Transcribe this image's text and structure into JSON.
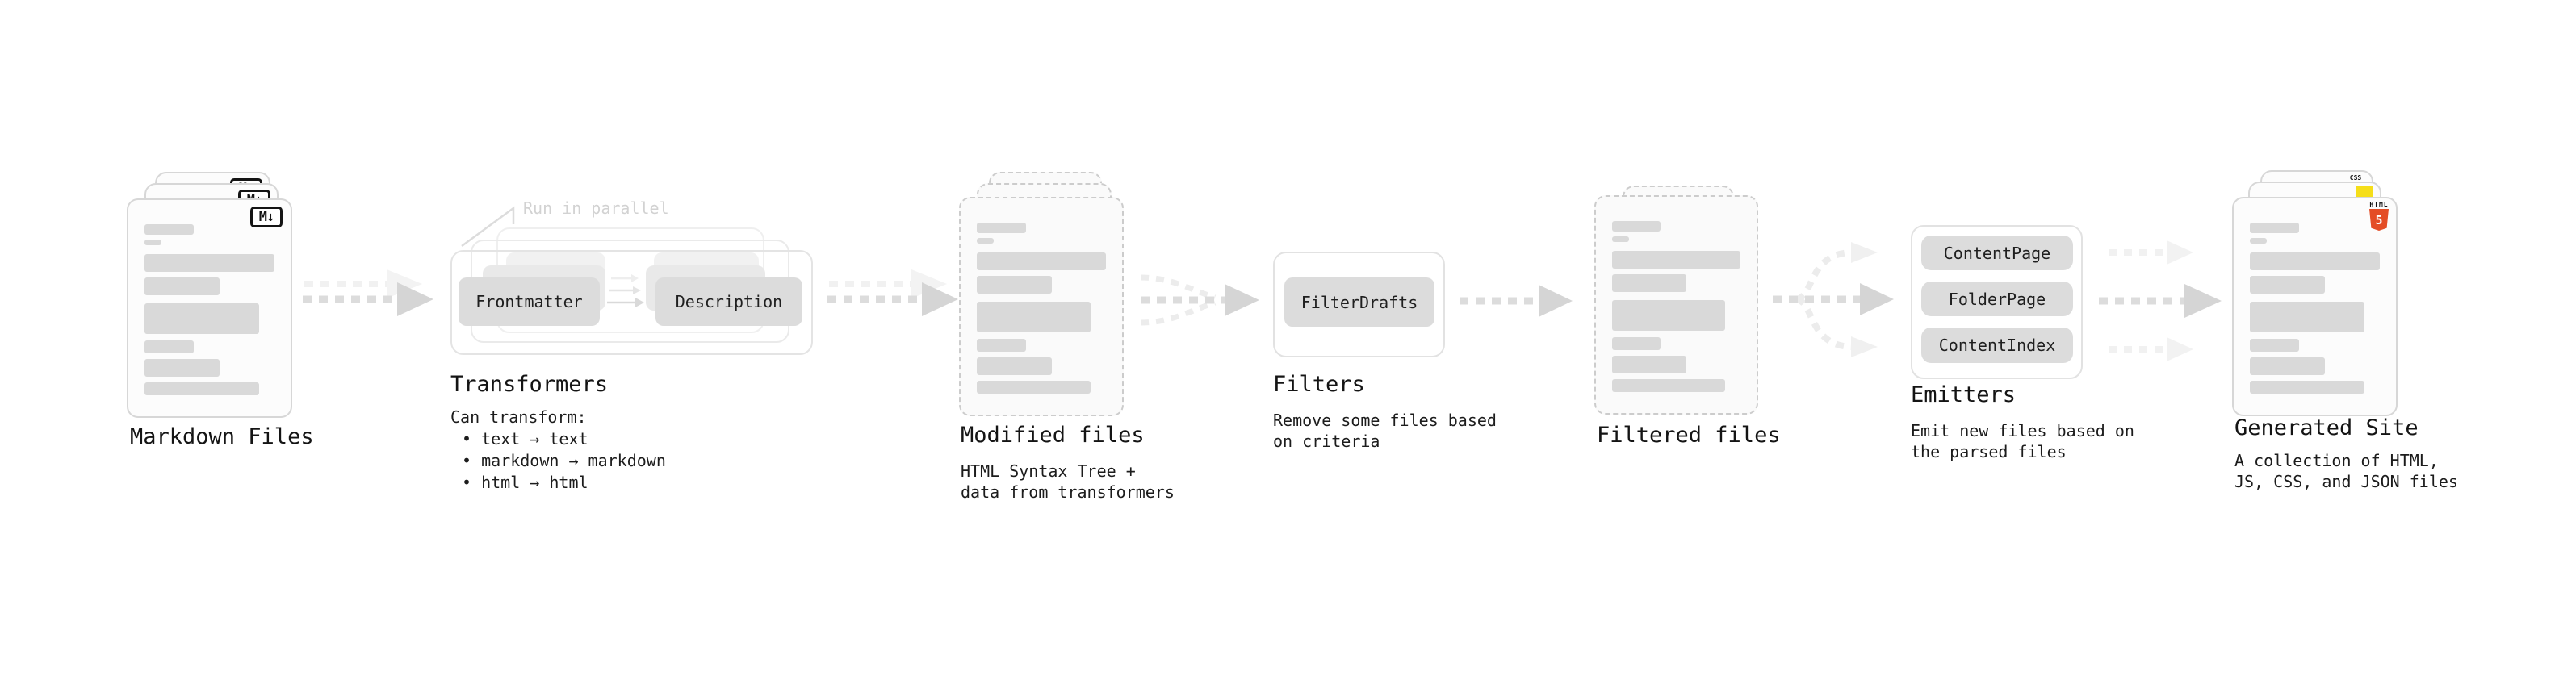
{
  "stages": {
    "markdown": {
      "title": "Markdown Files",
      "icon_glyph": "M↓"
    },
    "transformers": {
      "title": "Transformers",
      "annotation": "Run in parallel",
      "node_left": "Frontmatter",
      "node_right": "Description",
      "heading": "Can transform:",
      "bullets": [
        "• text → text",
        "• markdown → markdown",
        "• html → html"
      ]
    },
    "modified": {
      "title": "Modified files",
      "desc_line1": "HTML Syntax Tree +",
      "desc_line2": "data from transformers"
    },
    "filters": {
      "title": "Filters",
      "node": "FilterDrafts",
      "desc_line1": "Remove some files based",
      "desc_line2": "on criteria"
    },
    "filtered": {
      "title": "Filtered files"
    },
    "emitters": {
      "title": "Emitters",
      "node1": "ContentPage",
      "node2": "FolderPage",
      "node3": "ContentIndex",
      "desc_line1": "Emit new files based on",
      "desc_line2": "the parsed files"
    },
    "generated": {
      "title": "Generated Site",
      "desc_line1": "A collection of HTML,",
      "desc_line2": "JS, CSS, and JSON files",
      "css_icon_label": "CSS",
      "html_icon_label": "HTML",
      "html_icon_number": "5"
    }
  },
  "colors": {
    "html5_orange": "#e44d26",
    "js_yellow": "#f5de19",
    "css_blue": "#2862e9",
    "arrow_main": "#dcdcdc",
    "arrow_head": "#d5d5d5",
    "arrow_ghost": "#f0f0f0",
    "skeleton_gray": "#d9d9d9"
  }
}
